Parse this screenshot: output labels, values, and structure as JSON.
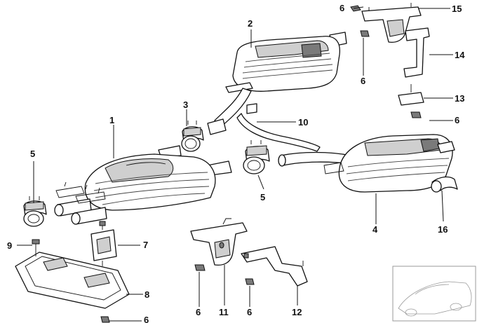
{
  "callouts": [
    {
      "id": "c1",
      "label": "1"
    },
    {
      "id": "c2",
      "label": "2"
    },
    {
      "id": "c3",
      "label": "3"
    },
    {
      "id": "c4",
      "label": "4"
    },
    {
      "id": "c5a",
      "label": "5"
    },
    {
      "id": "c5b",
      "label": "5"
    },
    {
      "id": "c6a",
      "label": "6"
    },
    {
      "id": "c6b",
      "label": "6"
    },
    {
      "id": "c6c",
      "label": "6"
    },
    {
      "id": "c6d",
      "label": "6"
    },
    {
      "id": "c6e",
      "label": "6"
    },
    {
      "id": "c6f",
      "label": "6"
    },
    {
      "id": "c7",
      "label": "7"
    },
    {
      "id": "c8",
      "label": "8"
    },
    {
      "id": "c9",
      "label": "9"
    },
    {
      "id": "c10",
      "label": "10"
    },
    {
      "id": "c11",
      "label": "11"
    },
    {
      "id": "c12",
      "label": "12"
    },
    {
      "id": "c13",
      "label": "13"
    },
    {
      "id": "c14",
      "label": "14"
    },
    {
      "id": "c15",
      "label": "15"
    },
    {
      "id": "c16",
      "label": "16"
    }
  ],
  "colors": {
    "ink": "#111111",
    "shade": "#cfcfcf",
    "dark": "#7a7a7a",
    "background": "#ffffff"
  }
}
